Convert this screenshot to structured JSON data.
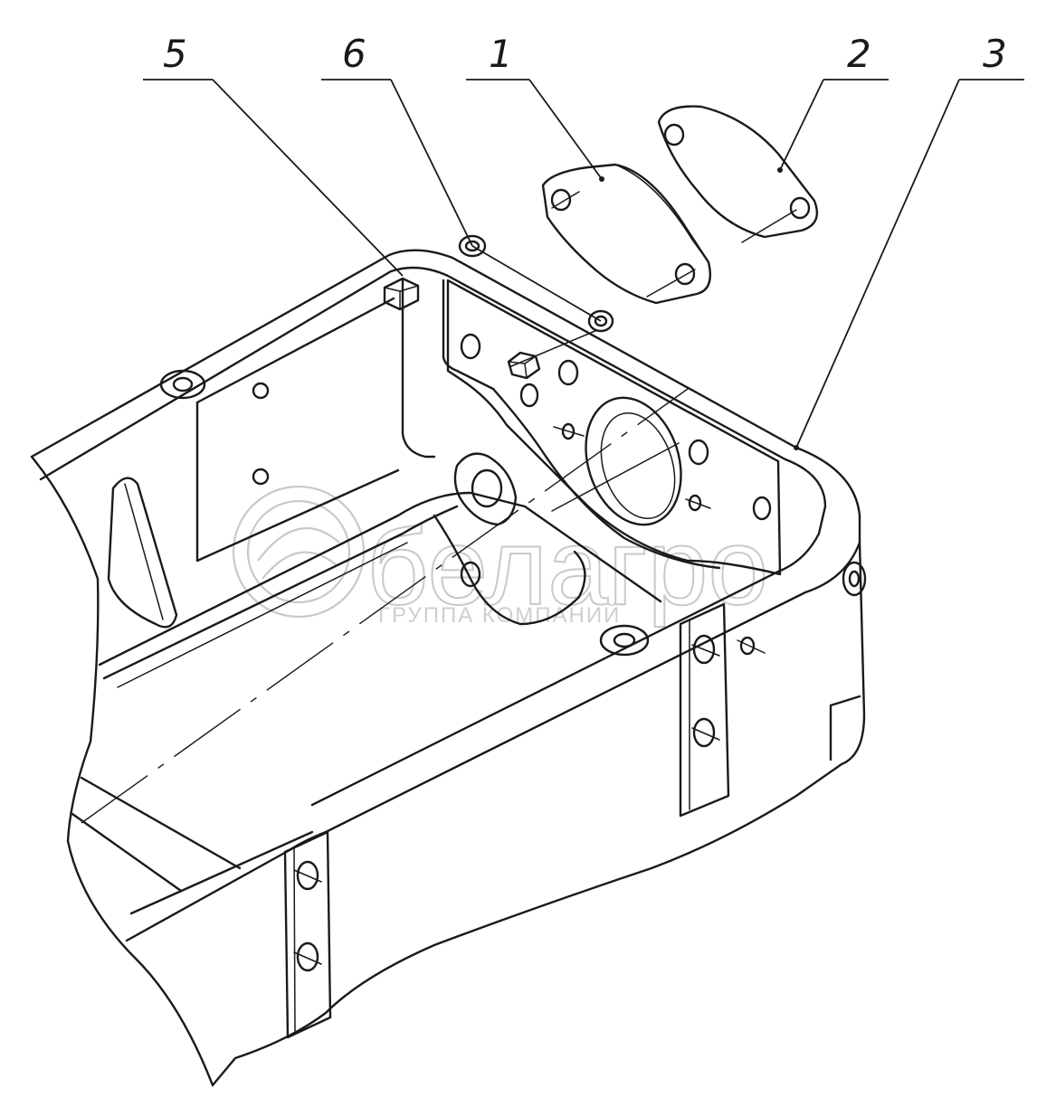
{
  "callouts": [
    {
      "id": "5",
      "label": "5"
    },
    {
      "id": "6",
      "label": "6"
    },
    {
      "id": "1",
      "label": "1"
    },
    {
      "id": "2",
      "label": "2"
    },
    {
      "id": "3",
      "label": "3"
    }
  ],
  "watermark": {
    "brand": "белагро",
    "tagline": "ГРУППА КОМПАНИЙ"
  },
  "colors": {
    "line": "#1a1a1a",
    "background": "#ffffff",
    "watermark": "#c9c9c9"
  }
}
